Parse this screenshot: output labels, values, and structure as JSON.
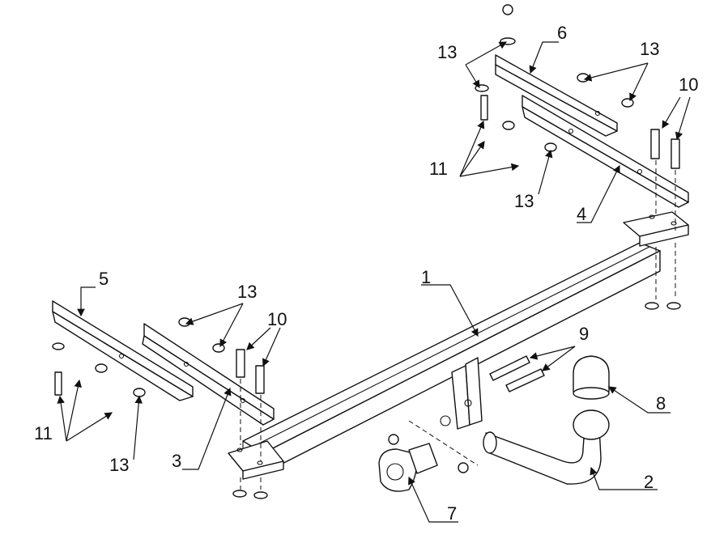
{
  "callouts": [
    {
      "id": "1",
      "text": "1"
    },
    {
      "id": "2",
      "text": "2"
    },
    {
      "id": "3",
      "text": "3"
    },
    {
      "id": "4",
      "text": "4"
    },
    {
      "id": "5",
      "text": "5"
    },
    {
      "id": "6",
      "text": "6"
    },
    {
      "id": "7",
      "text": "7"
    },
    {
      "id": "8",
      "text": "8"
    },
    {
      "id": "9",
      "text": "9"
    },
    {
      "id": "10a",
      "text": "10"
    },
    {
      "id": "10b",
      "text": "10"
    },
    {
      "id": "11a",
      "text": "11"
    },
    {
      "id": "11b",
      "text": "11"
    },
    {
      "id": "13a",
      "text": "13"
    },
    {
      "id": "13b",
      "text": "13"
    },
    {
      "id": "13c",
      "text": "13"
    },
    {
      "id": "13d",
      "text": "13"
    },
    {
      "id": "13e",
      "text": "13"
    }
  ]
}
